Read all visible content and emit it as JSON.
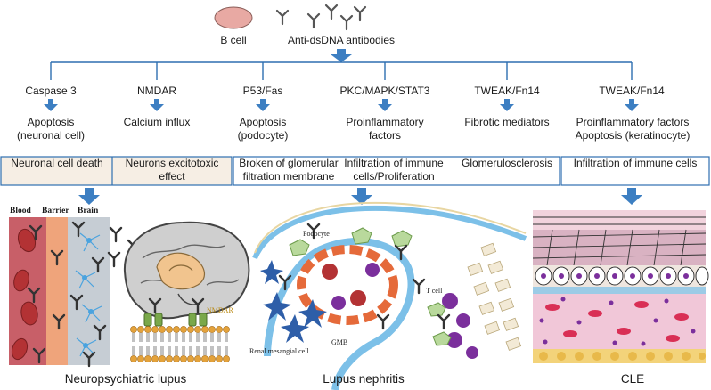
{
  "top": {
    "b_cell_label": "B cell",
    "antibody_label": "Anti-dsDNA antibodies"
  },
  "pathways": [
    {
      "pathway": "Caspase 3",
      "effect": "Apoptosis\n(neuronal cell)",
      "outcome": "Neuronal cell death"
    },
    {
      "pathway": "NMDAR",
      "effect": "Calcium influx",
      "outcome": "Neurons excitotoxic effect"
    },
    {
      "pathway": "P53/Fas",
      "effect": "Apoptosis\n(podocyte)",
      "outcome": "Broken of glomerular filtration membrane"
    },
    {
      "pathway": "PKC/MAPK/STAT3",
      "effect": "Proinflammatory factors",
      "outcome": "Infiltration of immune cells/Proliferation"
    },
    {
      "pathway": "TWEAK/Fn14",
      "effect": "Fibrotic mediators",
      "outcome": "Glomerulosclerosis"
    },
    {
      "pathway": "TWEAK/Fn14",
      "effect": "Proinflammatory factors\nApoptosis (keratinocyte)",
      "outcome": "Infiltration of immune cells"
    }
  ],
  "panels": {
    "neuro": {
      "title": "Neuropsychiatric lupus",
      "col_blood": "Blood",
      "col_barrier": "Barrier",
      "col_brain": "Brain",
      "nmdar_label": "NMDAR"
    },
    "nephritis": {
      "title": "Lupus nephritis",
      "podocyte_label": "Podocyte",
      "tcell_label": "T cell",
      "gmb_label": "GMB",
      "mesangial_label": "Renal mesangial cell"
    },
    "cle": {
      "title": "CLE"
    }
  },
  "colors": {
    "arrow": "#3d7fc2",
    "line": "#2e6fb0",
    "b_cell": "#e8a9a3",
    "box_fill": "#f6eee4",
    "blood": "#c85f68",
    "barrier": "#efa47b",
    "brain": "#c6cdd4"
  }
}
